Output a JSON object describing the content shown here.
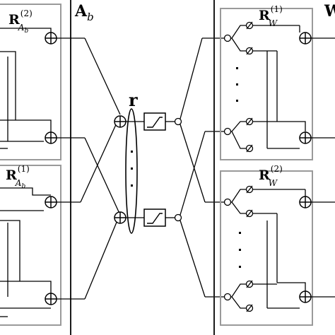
{
  "labels": {
    "block_a": {
      "main": "A",
      "sub": "b"
    },
    "block_w": {
      "main": "W"
    },
    "center": {
      "main": "r"
    },
    "r_ab_2": {
      "main": "R",
      "sup": "(2)",
      "sub": "A",
      "subsub": "b"
    },
    "r_ab_1": {
      "main": "R",
      "sup": "(1)",
      "sub": "A",
      "subsub": "b"
    },
    "r_w_1": {
      "main": "R",
      "sup": "(1)",
      "sub": "W"
    },
    "r_w_2": {
      "main": "R",
      "sup": "(2)",
      "sub": "W"
    }
  },
  "symbols": {
    "adder": "circle-plus-icon",
    "small_node": "circle-icon",
    "weight": "phi-icon",
    "activation": "ramp-activation-icon",
    "ellipsis": "vertical-dots"
  },
  "colors": {
    "line": "#000000",
    "frame": "#1a1a1a",
    "inner_frame": "#9a9a9a",
    "background": "#ffffff"
  }
}
